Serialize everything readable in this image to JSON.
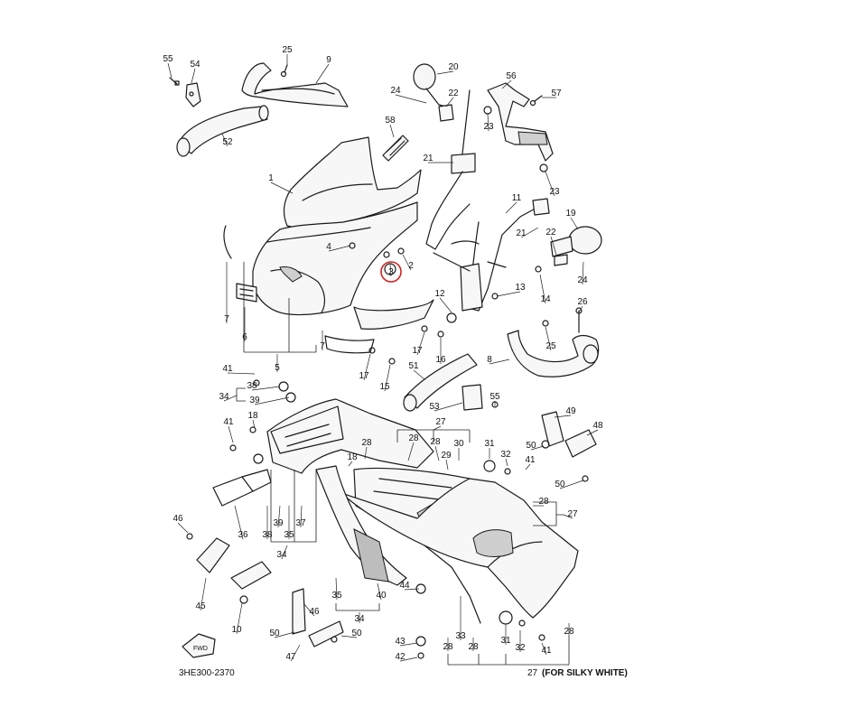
{
  "diagram": {
    "drawing_code": "3HE300-2370",
    "footnote_number": "27",
    "footnote_text": "(FOR SILKY WHITE)",
    "highlight_callout": "3",
    "fwd_label": "FWD",
    "callouts": [
      {
        "id": "c55a",
        "label": "55"
      },
      {
        "id": "c54",
        "label": "54"
      },
      {
        "id": "c25a",
        "label": "25"
      },
      {
        "id": "c9",
        "label": "9"
      },
      {
        "id": "c52",
        "label": "52"
      },
      {
        "id": "c20",
        "label": "20"
      },
      {
        "id": "c24a",
        "label": "24"
      },
      {
        "id": "c22a",
        "label": "22"
      },
      {
        "id": "c56",
        "label": "56"
      },
      {
        "id": "c57",
        "label": "57"
      },
      {
        "id": "c23a",
        "label": "23"
      },
      {
        "id": "c58",
        "label": "58"
      },
      {
        "id": "c1",
        "label": "1"
      },
      {
        "id": "c21a",
        "label": "21"
      },
      {
        "id": "c23b",
        "label": "23"
      },
      {
        "id": "c11",
        "label": "11"
      },
      {
        "id": "c19",
        "label": "19"
      },
      {
        "id": "c21b",
        "label": "21"
      },
      {
        "id": "c22b",
        "label": "22"
      },
      {
        "id": "c4",
        "label": "4"
      },
      {
        "id": "c3",
        "label": "3"
      },
      {
        "id": "c2",
        "label": "2"
      },
      {
        "id": "c24b",
        "label": "24"
      },
      {
        "id": "c13",
        "label": "13"
      },
      {
        "id": "c12",
        "label": "12"
      },
      {
        "id": "c14",
        "label": "14"
      },
      {
        "id": "c26",
        "label": "26"
      },
      {
        "id": "c7a",
        "label": "7"
      },
      {
        "id": "c6",
        "label": "6"
      },
      {
        "id": "c7b",
        "label": "7"
      },
      {
        "id": "c5",
        "label": "5"
      },
      {
        "id": "c17a",
        "label": "17"
      },
      {
        "id": "c16",
        "label": "16"
      },
      {
        "id": "c25b",
        "label": "25"
      },
      {
        "id": "c17b",
        "label": "17"
      },
      {
        "id": "c51",
        "label": "51"
      },
      {
        "id": "c8",
        "label": "8"
      },
      {
        "id": "c41a",
        "label": "41"
      },
      {
        "id": "c38a",
        "label": "38"
      },
      {
        "id": "c34a",
        "label": "34"
      },
      {
        "id": "c39a",
        "label": "39"
      },
      {
        "id": "c15",
        "label": "15"
      },
      {
        "id": "c53",
        "label": "53"
      },
      {
        "id": "c55b",
        "label": "55"
      },
      {
        "id": "c41b",
        "label": "41"
      },
      {
        "id": "c18a",
        "label": "18"
      },
      {
        "id": "c27a",
        "label": "27"
      },
      {
        "id": "c49",
        "label": "49"
      },
      {
        "id": "c48",
        "label": "48"
      },
      {
        "id": "c28a",
        "label": "28"
      },
      {
        "id": "c28b",
        "label": "28"
      },
      {
        "id": "c28c",
        "label": "28"
      },
      {
        "id": "c30",
        "label": "30"
      },
      {
        "id": "c31a",
        "label": "31"
      },
      {
        "id": "c32a",
        "label": "32"
      },
      {
        "id": "c50a",
        "label": "50"
      },
      {
        "id": "c18b",
        "label": "18"
      },
      {
        "id": "c29",
        "label": "29"
      },
      {
        "id": "c41c",
        "label": "41"
      },
      {
        "id": "c50b",
        "label": "50"
      },
      {
        "id": "c28d",
        "label": "28"
      },
      {
        "id": "c27b",
        "label": "27"
      },
      {
        "id": "c46a",
        "label": "46"
      },
      {
        "id": "c36",
        "label": "36"
      },
      {
        "id": "c38b",
        "label": "38"
      },
      {
        "id": "c39b",
        "label": "39"
      },
      {
        "id": "c35a",
        "label": "35"
      },
      {
        "id": "c37",
        "label": "37"
      },
      {
        "id": "c34b",
        "label": "34"
      },
      {
        "id": "c45",
        "label": "45"
      },
      {
        "id": "c10",
        "label": "10"
      },
      {
        "id": "c35b",
        "label": "35"
      },
      {
        "id": "c40",
        "label": "40"
      },
      {
        "id": "c44",
        "label": "44"
      },
      {
        "id": "c46b",
        "label": "46"
      },
      {
        "id": "c34c",
        "label": "34"
      },
      {
        "id": "c50c",
        "label": "50"
      },
      {
        "id": "c50d",
        "label": "50"
      },
      {
        "id": "c47",
        "label": "47"
      },
      {
        "id": "c43",
        "label": "43"
      },
      {
        "id": "c42",
        "label": "42"
      },
      {
        "id": "c33",
        "label": "33"
      },
      {
        "id": "c28e",
        "label": "28"
      },
      {
        "id": "c28f",
        "label": "28"
      },
      {
        "id": "c31b",
        "label": "31"
      },
      {
        "id": "c32b",
        "label": "32"
      },
      {
        "id": "c41d",
        "label": "41"
      },
      {
        "id": "c28g",
        "label": "28"
      }
    ]
  }
}
